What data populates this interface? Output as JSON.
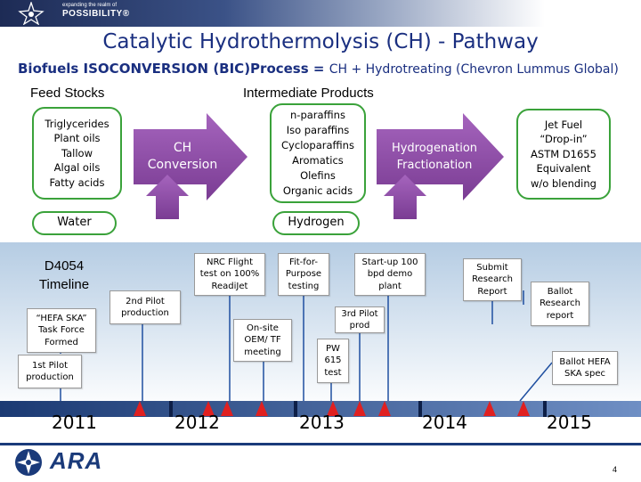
{
  "header": {
    "brand_tagline": "expanding the realm of",
    "brand_name": "POSSIBILITY®"
  },
  "title": "Catalytic Hydrothermolysis (CH) - Pathway",
  "subtitle": {
    "main": "Biofuels ISOCONVERSION (BIC)Process = ",
    "detail": "CH + Hydrotreating (Chevron Lummus Global)"
  },
  "sections": {
    "feed_stocks": "Feed Stocks",
    "intermediate_products": "Intermediate Products"
  },
  "boxes": {
    "feed": "Triglycerides\nPlant oils\nTallow\nAlgal oils\nFatty acids",
    "intermediate": "n-paraffins\nIso paraffins\nCycloparaffins\nAromatics\nOlefins\nOrganic acids",
    "jet_fuel": "Jet Fuel\n“Drop-in”\nASTM D1655\nEquivalent\nw/o blending",
    "water": "Water",
    "hydrogen": "Hydrogen"
  },
  "arrows": {
    "ch_conversion": "CH\nConversion",
    "hydrogenation": "Hydrogenation\nFractionation"
  },
  "timeline": {
    "label": "D4054\nTimeline",
    "events": {
      "hefa_ska": "“HEFA SKA”\nTask Force\nFormed",
      "pilot1": "1st Pilot\nproduction",
      "pilot2": "2nd Pilot\nproduction",
      "nrc": "NRC Flight\ntest on 100%\nReadiJet",
      "onsite": "On-site\nOEM/ TF\nmeeting",
      "fit": "Fit-for-\nPurpose\ntesting",
      "pw": "PW\n615\ntest",
      "pilot3": "3rd Pilot\nprod",
      "startup": "Start-up 100\nbpd demo\nplant",
      "submit": "Submit\nResearch\nReport",
      "ballot_report": "Ballot\nResearch\nreport",
      "ballot_hefa": "Ballot HEFA\nSKA spec"
    },
    "years": [
      "2011",
      "2012",
      "2013",
      "2014",
      "2015"
    ]
  },
  "footer": {
    "logo": "ARA",
    "page": "4"
  },
  "colors": {
    "title": "#1a2f80",
    "arrow": "#8c4aa5",
    "box_border": "#3aa23a",
    "milestone": "#e02020",
    "footer_line": "#1a3a7a"
  }
}
